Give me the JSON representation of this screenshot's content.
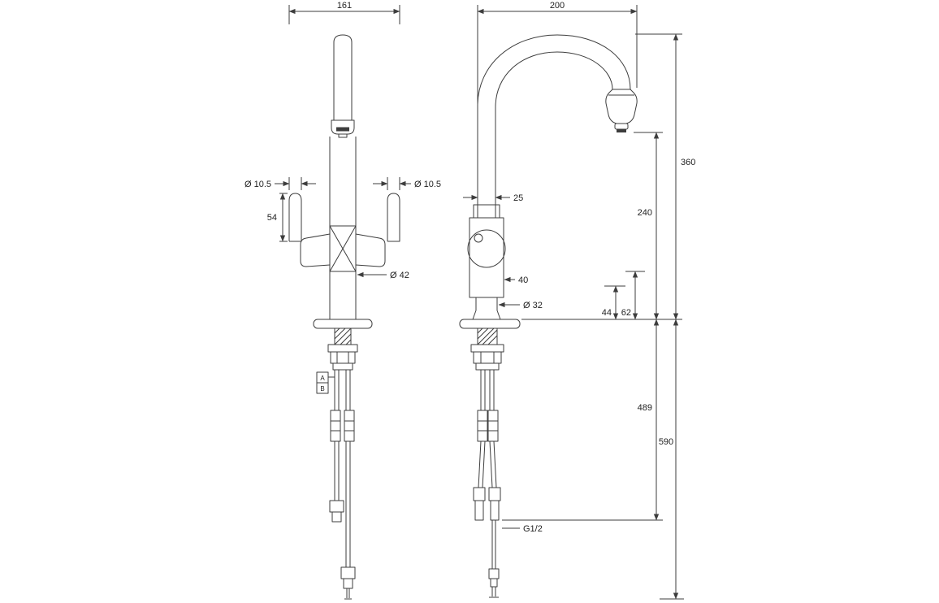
{
  "front_view": {
    "width": "161",
    "handle_dia_left": "Ø 10.5",
    "handle_dia_right": "Ø 10.5",
    "handle_height": "54",
    "body_dia": "Ø 42",
    "hose_label_a": "A",
    "hose_label_b": "B"
  },
  "side_view": {
    "depth": "200",
    "spout_dia": "25",
    "body_width": "40",
    "shank_dia": "Ø 32",
    "base_offset_small": "44",
    "base_offset_large": "62",
    "total_height": "360",
    "outlet_height": "240",
    "hose_length_short": "489",
    "hose_length_long": "590",
    "connection_thread": "G1/2"
  },
  "style": {
    "line_color": "#3d3d3d",
    "text_color": "#1f1f1f",
    "background": "#ffffff"
  }
}
